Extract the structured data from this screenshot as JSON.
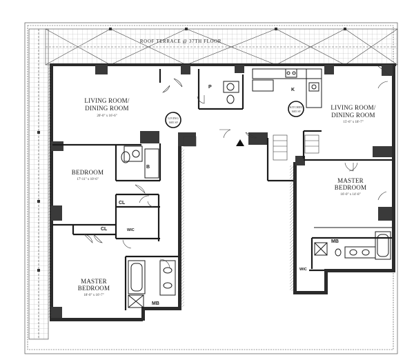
{
  "plan": {
    "terrace": "ROOF TERRACE @ 37TH FLOOR",
    "rooms": {
      "living_left": {
        "line1": "LIVING ROOM/",
        "line2": "DINING ROOM",
        "dims": "20'-0\" x 16'-6\""
      },
      "living_right": {
        "line1": "LIVING ROOM/",
        "line2": "DINING ROOM",
        "dims": "15'-6\" x 18'-7\""
      },
      "bedroom": {
        "line1": "BEDROOM",
        "dims": "17'-11\" x 10'-6\""
      },
      "master_right": {
        "line1": "MASTER",
        "line2": "BEDROOM",
        "dims": "16'-0\" x 14'-8\""
      },
      "master_left": {
        "line1": "MASTER",
        "line2": "BEDROOM",
        "dims": "18'-0\" x 16'-7\""
      }
    },
    "tags": {
      "p": "P",
      "k": "K",
      "b": "B",
      "cl1": "CL",
      "cl2": "CL",
      "wic1": "WIC",
      "wic2": "WIC",
      "mb1": "MB",
      "mb2": "MB"
    },
    "badges": {
      "left": {
        "top": "LIVING",
        "bottom": "1685 SF"
      },
      "right": {
        "top": "KITCHEN",
        "bottom": "1685 SF"
      }
    }
  }
}
